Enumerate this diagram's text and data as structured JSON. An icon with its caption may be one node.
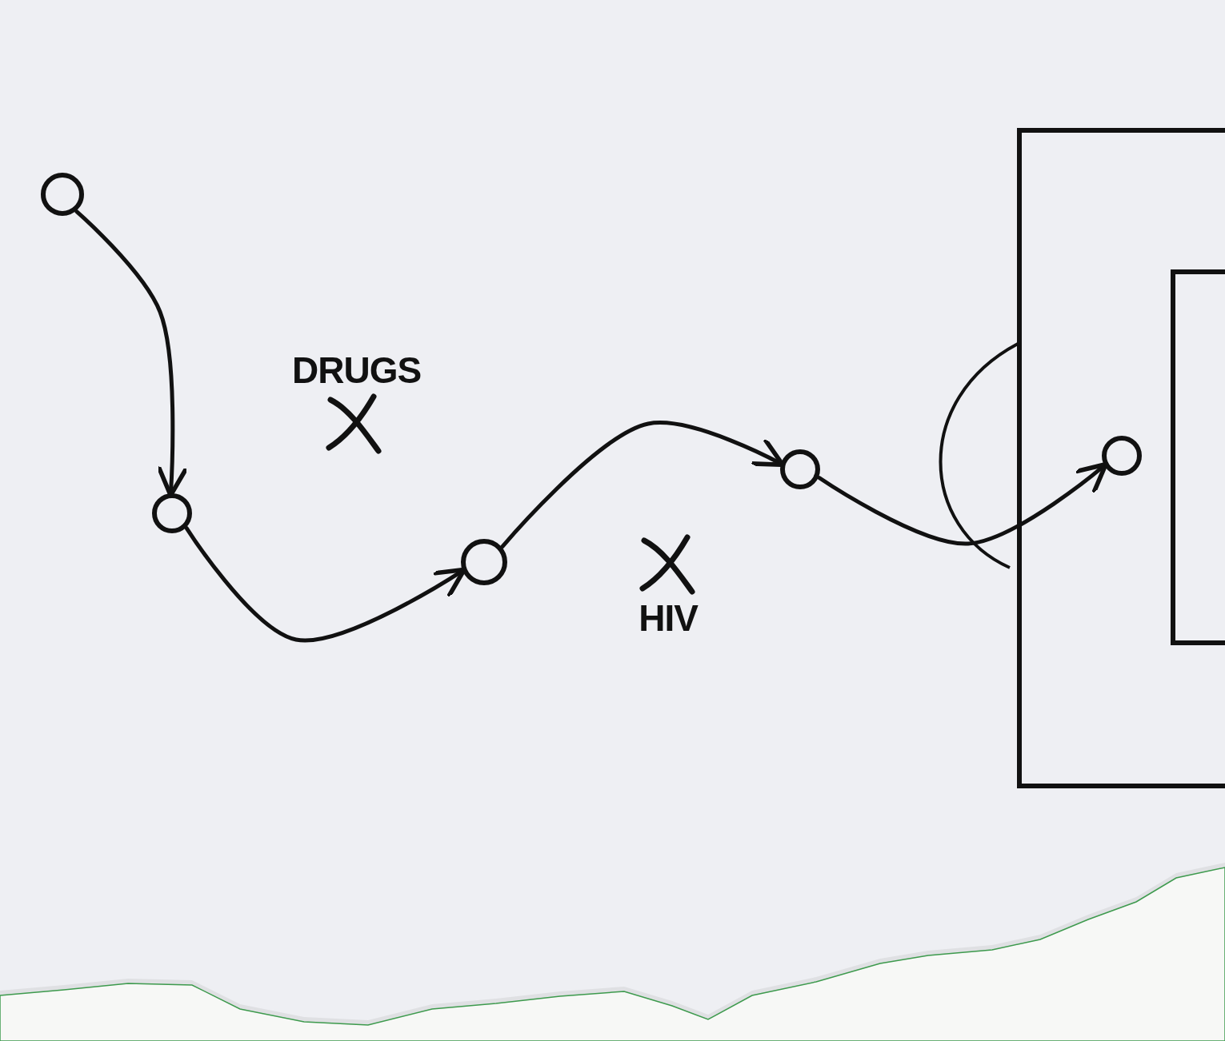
{
  "diagram": {
    "nodes": [
      {
        "text": [],
        "shape": "circle"
      },
      {
        "text": [],
        "shape": "circle"
      },
      {
        "text": [
          "DRUGS"
        ]
      },
      {
        "text": [],
        "shape": "circle"
      },
      {
        "text": [
          "HIV"
        ]
      },
      {
        "text": [],
        "shape": "circle"
      },
      {
        "text": [],
        "shape": "circle"
      }
    ],
    "edges": [
      {
        "from": 0,
        "to": 1,
        "arrow": "to"
      },
      {
        "from": 1,
        "to": 3,
        "arrow": "to"
      },
      {
        "from": 3,
        "to": 5,
        "arrow": "to"
      },
      {
        "from": 5,
        "to": 6,
        "arrow": "to"
      }
    ]
  }
}
